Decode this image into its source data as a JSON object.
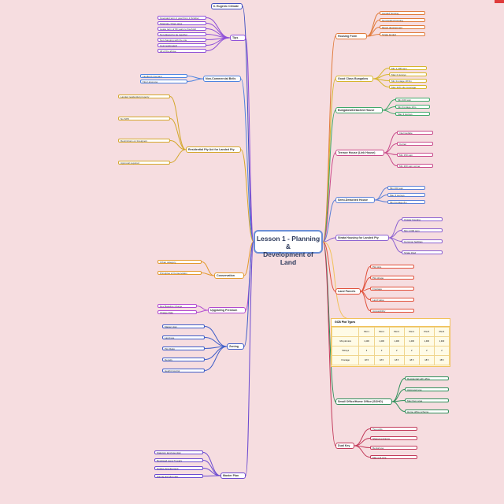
{
  "central": {
    "line1": "Lesson 1 - Planning &",
    "line2": "Development of Land"
  },
  "left": {
    "guide": "6. Eugenic Climate",
    "tips": "Tips",
    "tips_items": [
      "Covenant term 1 year from 1 October",
      "Total lots / Floor area",
      "Lease term of 99 years to freehold",
      "Not allowed to be together",
      "Not changing with the site",
      "Cost (estimated)",
      "All of the above"
    ],
    "commercial": "Non-Commercial Bells",
    "commercial_items": [
      "Landlord covenant",
      "Floor area use"
    ],
    "residential": "Residential Pty Act for Landed Pty",
    "residential_items": [
      "Landed residential property",
      "No SPR",
      "Restrictions on foreigners",
      "Approval required"
    ],
    "conservation": "Conservation",
    "conservation_items": [
      "Urban category",
      "Principles of Conservation"
    ],
    "upgrading": "Upgrading Premium",
    "upgrading_items": [
      "Dev Baseline Charge",
      "Charge Rate"
    ],
    "zoning": "Zoning",
    "zoning_items": [
      "Master plan",
      "Land use",
      "Plot Ratio",
      "Density",
      "Height Control"
    ],
    "masterplan": "Master Plan",
    "masterplan_items": [
      "Statutory land use plan",
      "Reviewed every 5 years",
      "Guides development",
      "Zoning and plot ratio"
    ]
  },
  "right": {
    "housing": "Housing Form",
    "housing_items": [
      "Landed housing",
      "Non-landed housing",
      "Mixed development",
      "Strata landed"
    ],
    "good_class": "Good Class Bungalow",
    "good_class_items": [
      "Min 1,400 sqm",
      "Max 2 storeys",
      "Min frontage 18.5m",
      "Max 40% site coverage"
    ],
    "bungalow": "Bungalow/Detached House",
    "bungalow_items": [
      "Min 400 sqm",
      "Min frontage 10m",
      "Max 3 storeys"
    ],
    "terrace": "Terrace House (Link House)",
    "terrace_items": [
      "Intermediate",
      "Corner",
      "Min 150 sqm",
      "Min 200 sqm corner"
    ],
    "semi": "Semi-Detached House",
    "semi_items": [
      "Min 200 sqm",
      "Max 3 storeys",
      "Min frontage 8m"
    ],
    "strata": "Strata Housing for Landed Pty",
    "strata_items": [
      "Cluster housing",
      "Min 2,000 sqm",
      "Common facilities",
      "Strata titled"
    ],
    "land_parcels": "Land Parcels",
    "land_parcels_items": [
      "Plot size",
      "Plot shape",
      "Frontage",
      "Land value",
      "Accessibility"
    ],
    "shophouse": "Small Office/Home Office (SOHO)",
    "shophouse_items": [
      "Residential with office",
      "Approved use",
      "Max floor area",
      "Home office scheme"
    ],
    "dual": "Dual Key",
    "dual_items": [
      "Two units",
      "Shared entrance",
      "Rental use",
      "Max unit size"
    ]
  },
  "pft": {
    "title": "GCB Plot Types",
    "headers": [
      "",
      "Plot 1",
      "Plot 2",
      "Plot 3",
      "Plot 4",
      "Plot 5",
      "Plot 6"
    ],
    "rows": [
      [
        "Min plot size",
        "1,400",
        "1,400",
        "1,400",
        "1,400",
        "1,400",
        "1,400"
      ],
      [
        "Storeys",
        "2",
        "2",
        "2",
        "2",
        "2",
        "2"
      ],
      [
        "Frontage",
        "18.5",
        "18.5",
        "18.5",
        "18.5",
        "18.5",
        "18.5"
      ]
    ]
  },
  "colors": {
    "background": "#f6dde0",
    "central_border": "#6b8fd6",
    "accent_red": "#e03b3b"
  }
}
